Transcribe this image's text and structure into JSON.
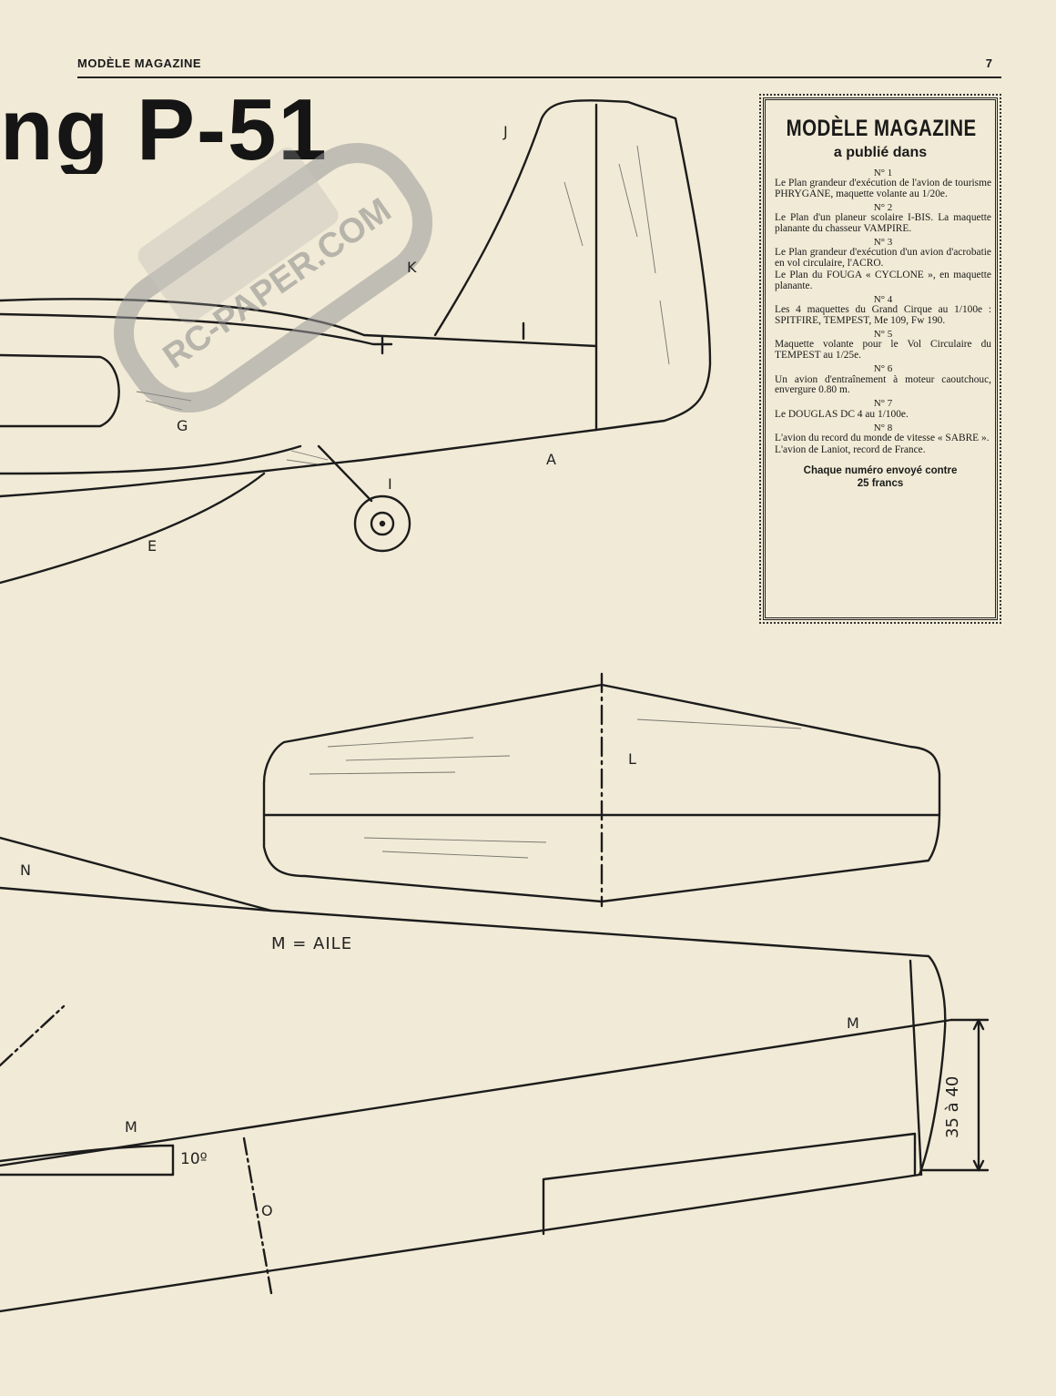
{
  "header": {
    "magazine": "MODÈLE MAGAZINE",
    "page_number": "7"
  },
  "title_fragment": "ng P-51",
  "watermark": {
    "text": "RC-PAPER.COM"
  },
  "sidebar": {
    "title": "MODÈLE MAGAZINE",
    "subtitle": "a publié dans",
    "issues": [
      {
        "number": "N° 1",
        "lines": [
          "Le Plan grandeur d'exécution de l'avion de tourisme PHRYGANE, maquette volante au 1/20e."
        ]
      },
      {
        "number": "N° 2",
        "lines": [
          "Le Plan d'un planeur scolaire I-BIS. La maquette planante du chasseur VAMPIRE."
        ]
      },
      {
        "number": "N° 3",
        "lines": [
          "Le Plan grandeur d'exécution d'un avion d'acrobatie en vol circulaire, l'ACRO.",
          "Le Plan du FOUGA « CYCLONE », en maquette planante."
        ]
      },
      {
        "number": "N° 4",
        "lines": [
          "Les 4 maquettes du Grand Cirque au 1/100e : SPITFIRE, TEMPEST, Me 109, Fw 190."
        ]
      },
      {
        "number": "N° 5",
        "lines": [
          "Maquette volante pour le Vol Circulaire du TEMPEST au 1/25e."
        ]
      },
      {
        "number": "N° 6",
        "lines": [
          "Un avion d'entraînement à moteur caoutchouc, envergure 0.80 m."
        ]
      },
      {
        "number": "N° 7",
        "lines": [
          "Le DOUGLAS DC 4 au 1/100e."
        ]
      },
      {
        "number": "N° 8",
        "lines": [
          "L'avion du record du monde de vitesse « SABRE ».",
          "L'avion de Laniot, record de France."
        ]
      }
    ],
    "footer_line1": "Chaque numéro envoyé contre",
    "footer_line2": "25 francs"
  },
  "plan_labels": {
    "J": "J",
    "K": "K",
    "G": "G",
    "A": "A",
    "I": "I",
    "E": "E",
    "L": "L",
    "N": "N",
    "wing": "M = AILE",
    "M1": "M",
    "M2": "M",
    "angle": "10º",
    "O": "O",
    "dimension": "35 à 40"
  }
}
